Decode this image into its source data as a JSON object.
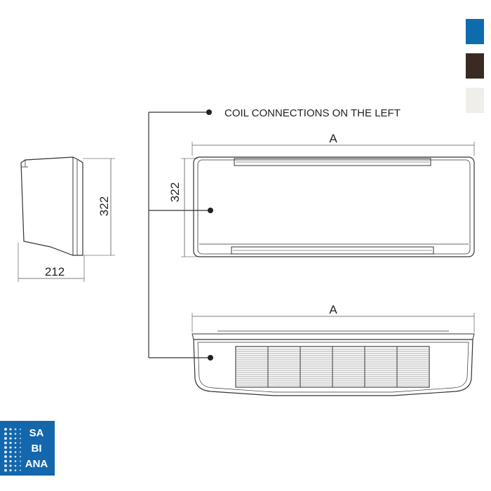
{
  "labels": {
    "coil_connections": "COIL CONNECTIONS ON THE LEFT",
    "height_side": "322",
    "depth_side": "212",
    "height_front": "322",
    "width_front": "A",
    "width_bottom": "A"
  },
  "logo": {
    "lines": [
      "SA",
      "BI",
      "ANA"
    ],
    "color": "#1467ac"
  },
  "color_swatches": [
    {
      "name": "blue",
      "color": "#0e6cad"
    },
    {
      "name": "brown",
      "color": "#3a2a22"
    },
    {
      "name": "white",
      "color": "#f0eeeb"
    }
  ],
  "colors": {
    "line": "#333333",
    "thin_line": "#777777"
  }
}
